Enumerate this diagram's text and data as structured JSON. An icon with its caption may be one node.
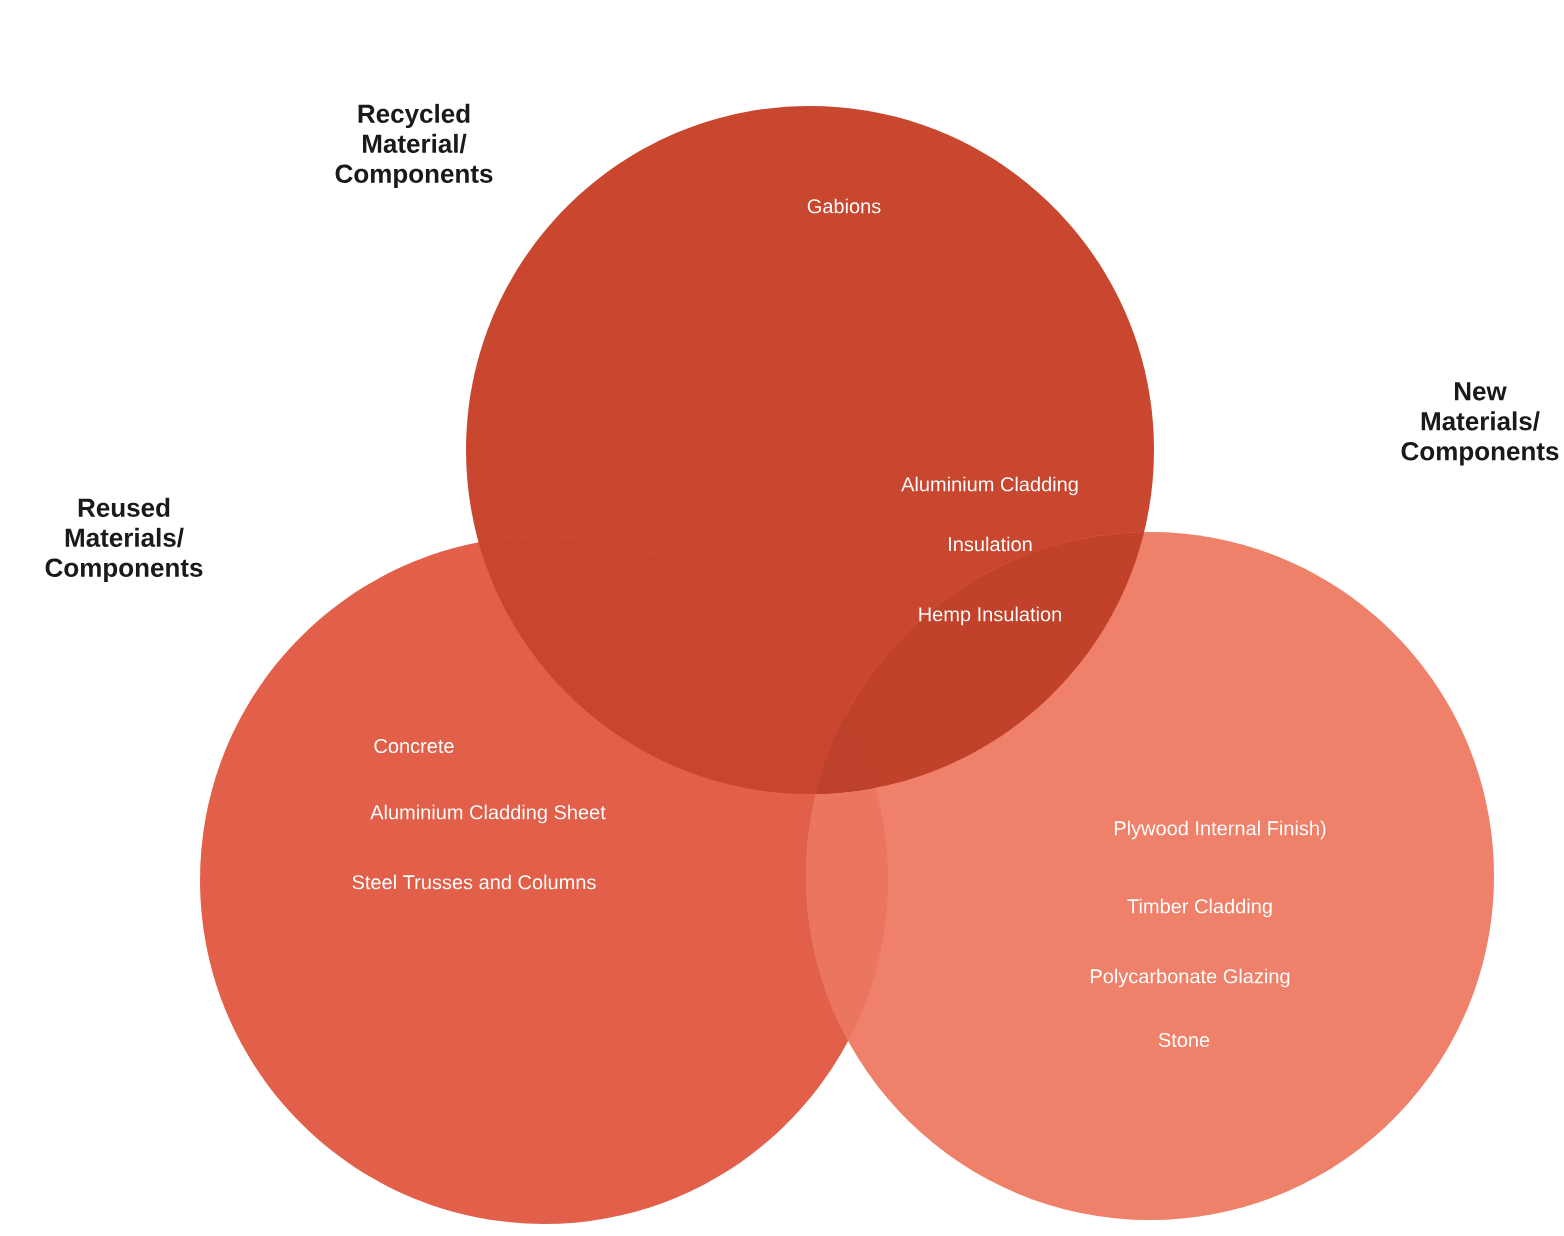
{
  "diagram": {
    "nodes": [
      {
        "text": [
          "Recycled Material/ Components"
        ]
      },
      {
        "text": [
          "Reused Materials/ Components"
        ]
      },
      {
        "text": [
          "New Materials/ Components"
        ]
      }
    ],
    "labels": [
      "Gabions",
      "Aluminium Cladding",
      "Insulation",
      "Hemp Insulation",
      "Concrete",
      "Aluminium Cladding Sheet",
      "Steel Trusses and Columns",
      "Plywood Internal Finish)",
      "Timber Cladding",
      "Polycarbonate Glazing",
      "Stone"
    ]
  }
}
